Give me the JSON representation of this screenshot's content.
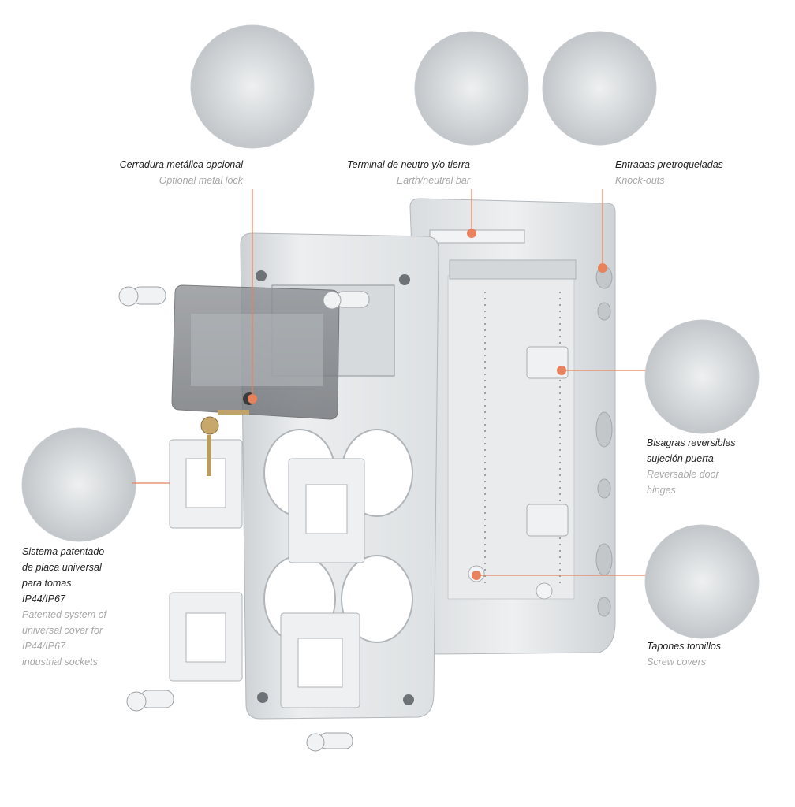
{
  "colors": {
    "accent": "#e8825c",
    "text_es": "#222222",
    "text_en": "#a8a8a8",
    "enclosure": "#e6e8ea"
  },
  "callouts": {
    "lock": {
      "es": "Cerradura metálica opcional",
      "en": "Optional metal lock"
    },
    "terminal": {
      "es": "Terminal de neutro y/o tierra",
      "en": "Earth/neutral bar"
    },
    "knockouts": {
      "es": "Entradas pretroqueladas",
      "en": "Knock-outs"
    },
    "hinges": {
      "es": [
        "Bisagras reversibles",
        "sujeción puerta"
      ],
      "en": [
        "Reversable door",
        "hinges"
      ]
    },
    "screws": {
      "es": "Tapones tornillos",
      "en": "Screw covers"
    },
    "plate": {
      "es": [
        "Sistema  patentado",
        "de placa universal",
        "para tomas",
        "IP44/IP67"
      ],
      "en": [
        "Patented system of",
        "universal cover for",
        "IP44/IP67",
        "industrial sockets"
      ]
    }
  }
}
